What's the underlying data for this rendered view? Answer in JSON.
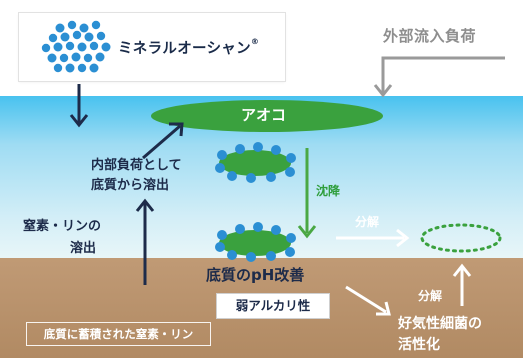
{
  "brand": {
    "name": "ミネラルオーシャン",
    "registered_mark": "®"
  },
  "labels": {
    "external_inflow": "外部流入負荷",
    "aoko": "アオコ",
    "internal_release_line1": "内部負荷として",
    "internal_release_line2": "底質から溶出",
    "nitrogen_phosphorus_line1": "窒素・リンの",
    "nitrogen_phosphorus_line2": "溶出",
    "sedimentation": "沈降",
    "decomposition_top": "分解",
    "decomposition_bottom": "分解",
    "ph_improvement": "底質のpH改善",
    "weak_alkaline": "弱アルカリ性",
    "aerobic_bacteria_line1": "好気性細菌の",
    "aerobic_bacteria_line2": "活性化",
    "accumulated": "底質に蓄積された窒素・リン"
  },
  "colors": {
    "water_top": "#48c2ef",
    "sediment": "#b8916b",
    "algae_green": "#3aa13e",
    "mineral_blue": "#2b8fd3",
    "navy_arrow": "#1d2b4a",
    "gray_arrow": "#9a9a9a"
  }
}
